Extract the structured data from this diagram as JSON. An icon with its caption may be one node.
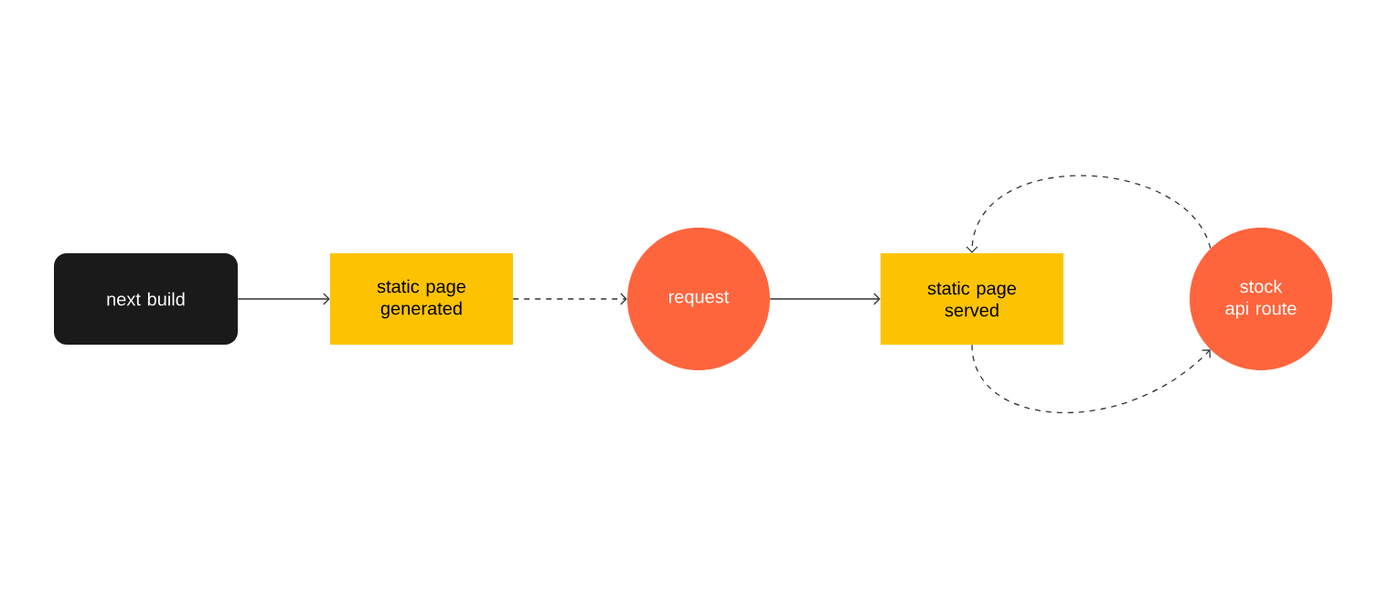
{
  "diagram": {
    "nodes": [
      {
        "text": [
          "next build"
        ]
      },
      {
        "text": [
          "static page generated"
        ]
      },
      {
        "text": [
          "request"
        ]
      },
      {
        "text": [
          "static page served"
        ]
      },
      {
        "text": [
          "stock api route"
        ]
      }
    ],
    "edges": [
      {
        "from": 0,
        "to": 1,
        "arrow": "to"
      },
      {
        "from": 1,
        "to": 2,
        "arrow": "to",
        "style": "dashed"
      },
      {
        "from": 2,
        "to": 3,
        "arrow": "to"
      },
      {
        "from": 3,
        "to": 4,
        "arrow": "to",
        "style": "dashed"
      },
      {
        "from": 4,
        "to": 3,
        "arrow": "to",
        "style": "dashed"
      }
    ]
  }
}
